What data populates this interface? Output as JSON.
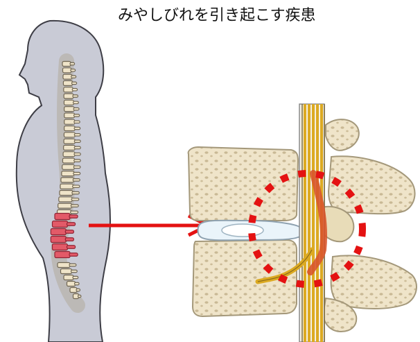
{
  "title": "みやしびれを引き起こす疾患",
  "colors": {
    "body": "#c9cbd6",
    "body_outline": "#3d3d45",
    "bone": "#efe4c9",
    "bone_outline": "#a4987a",
    "highlight_vertebrae": "#e35a68",
    "arrow": "#e41212",
    "circle": "#e41212",
    "nerve_yellow": "#dcaa22",
    "nerve_red": "#d8552b",
    "disc": "#eaf4fa"
  },
  "icons": {
    "figure": "human-silhouette-side",
    "spine": "spinal-column",
    "detail": "lumbar-vertebra-cross-section"
  }
}
